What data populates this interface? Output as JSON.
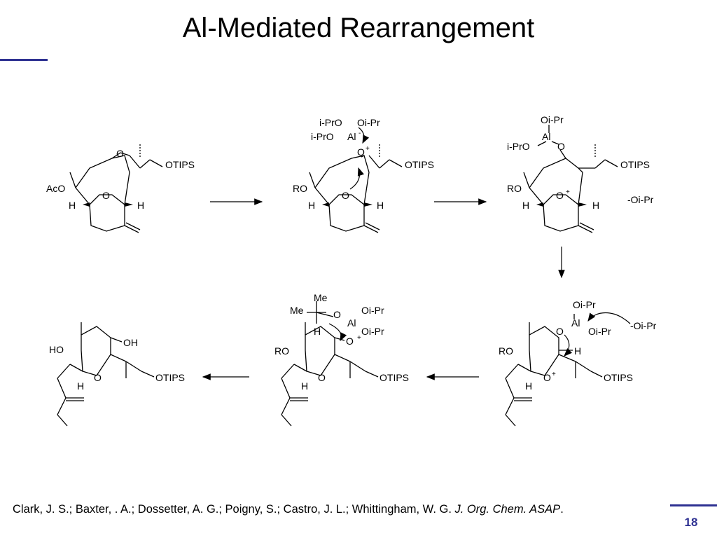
{
  "slide": {
    "title": "Al-Mediated Rearrangement",
    "page_number": "18",
    "accent_color": "#2e3192"
  },
  "citation": {
    "authors": "Clark, J. S.; Baxter, . A.; Dossetter, A. G.; Poigny, S.; Castro, J. L.; Whittingham, W. G. ",
    "journal": "J. Org. Chem. ASAP",
    "end": "."
  },
  "labels": {
    "otips": "OTIPS",
    "aco": "AcO",
    "ro": "RO",
    "ho": "HO",
    "oh": "OH",
    "h": "H",
    "o": "O",
    "al": "Al",
    "me": "Me",
    "oipr": "Oi-Pr",
    "iPrO": "i-PrO",
    "minus_oipr": "-Oi-Pr",
    "plus": "+",
    "minus": "-"
  }
}
